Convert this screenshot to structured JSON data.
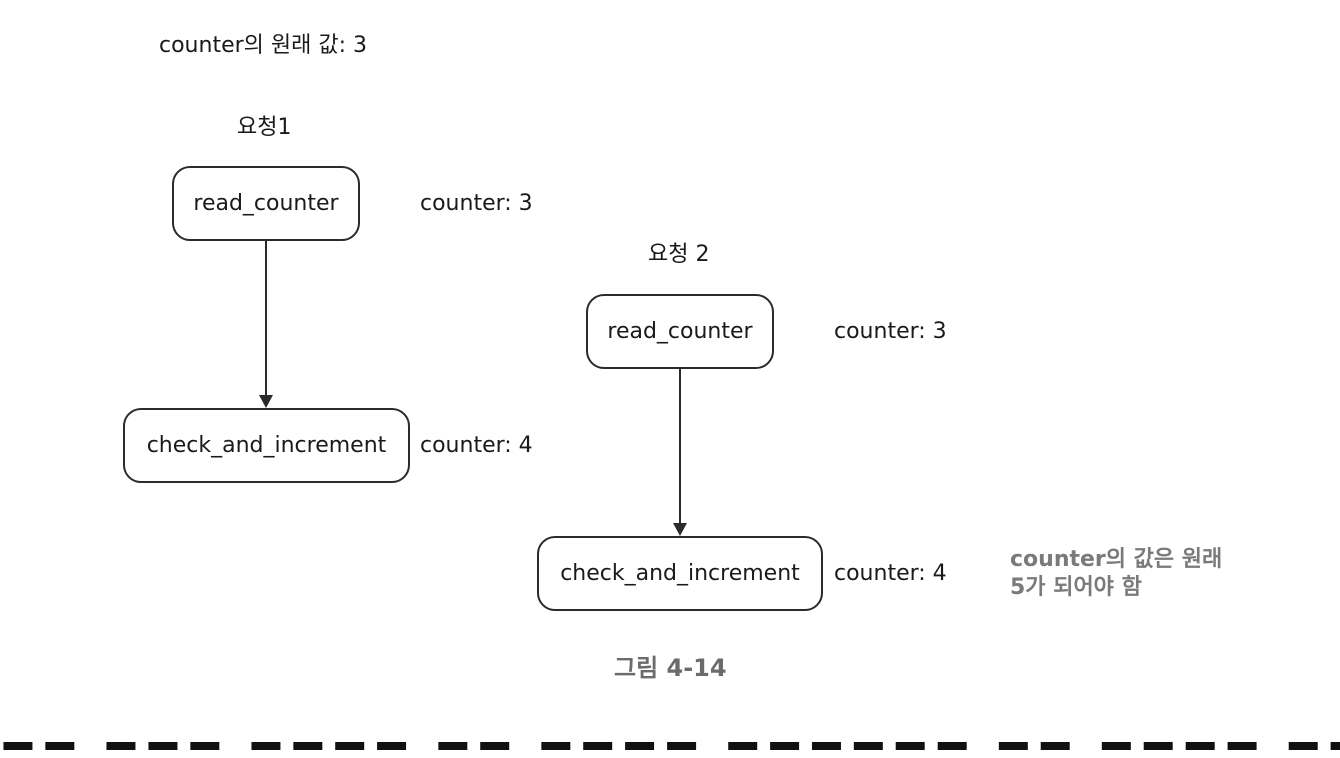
{
  "original_value_label": "counter의 원래 값: 3",
  "request1": {
    "title": "요청1",
    "read_node": "read_counter",
    "read_counter_value": "counter: 3",
    "check_node": "check_and_increment",
    "check_counter_value": "counter: 4"
  },
  "request2": {
    "title": "요청 2",
    "read_node": "read_counter",
    "read_counter_value": "counter: 3",
    "check_node": "check_and_increment",
    "check_counter_value": "counter: 4"
  },
  "note": {
    "line1": "counter의 값은 원래",
    "line2": "5가 되어야 함"
  },
  "caption": "그림 4-14"
}
